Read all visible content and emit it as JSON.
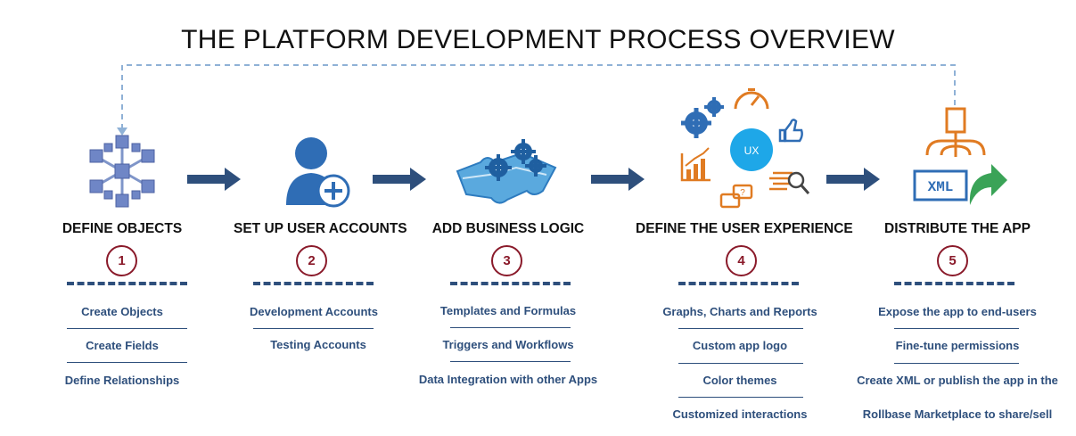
{
  "title": "THE PLATFORM DEVELOPMENT PROCESS OVERVIEW",
  "accent_color": "#2e4f7c",
  "number_color": "#8a1a2a",
  "steps": [
    {
      "heading": "DEFINE OBJECTS",
      "number": "1",
      "icon": "objects-network-icon",
      "items": [
        "Create Objects",
        "Create Fields",
        "Define Relationships"
      ]
    },
    {
      "heading": "SET UP USER ACCOUNTS",
      "number": "2",
      "icon": "add-user-icon",
      "items": [
        "Development Accounts",
        "Testing Accounts"
      ]
    },
    {
      "heading": "ADD BUSINESS LOGIC",
      "number": "3",
      "icon": "puzzle-gears-icon",
      "items": [
        "Templates and Formulas",
        "Triggers and Workflows",
        "Data Integration with other Apps"
      ]
    },
    {
      "heading": "DEFINE THE USER EXPERIENCE",
      "number": "4",
      "icon": "ux-cluster-icon",
      "ux_label": "UX",
      "items": [
        "Graphs, Charts and Reports",
        "Custom app logo",
        "Color themes",
        "Customized interactions"
      ]
    },
    {
      "heading": "DISTRIBUTE THE APP",
      "number": "5",
      "icon": "xml-distribute-icon",
      "xml_label": "XML",
      "items": [
        "Expose the app to end-users",
        "Fine-tune permissions",
        "Create XML or publish the app in the",
        "Rollbase Marketplace to share/sell"
      ]
    }
  ]
}
